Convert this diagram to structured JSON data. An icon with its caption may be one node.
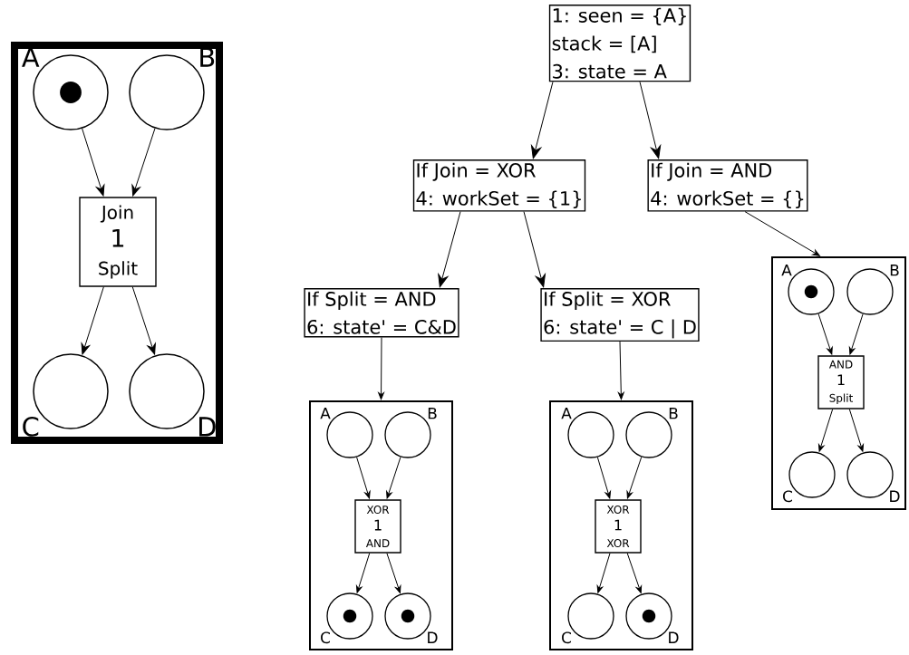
{
  "diagram": {
    "nodes": [
      {
        "text": [],
        "shape": "box"
      },
      {
        "text": [],
        "shape": "circle",
        "in": 0,
        "beside": [
          "A"
        ]
      },
      {
        "text": [],
        "shape": "dot",
        "in": 1
      },
      {
        "text": [],
        "shape": "circle",
        "in": 0,
        "beside": [
          "B"
        ]
      },
      {
        "text": [
          "Join",
          "1",
          "Split"
        ],
        "in": 0
      },
      {
        "text": [],
        "shape": "circle",
        "in": 0,
        "beside": [
          "C"
        ]
      },
      {
        "text": [],
        "shape": "circle",
        "in": 0,
        "beside": [
          "D"
        ]
      },
      {
        "text": [
          "1: seen = {A}",
          "stack = [A]",
          "3: state = A"
        ]
      },
      {
        "text": [
          "If Join = XOR",
          "4: workSet = {1}"
        ]
      },
      {
        "text": [
          "If Join = AND",
          "4: workSet = {}"
        ]
      },
      {
        "text": [
          "If Split = AND",
          "6: state' = C&D"
        ]
      },
      {
        "text": [
          "If Split = XOR",
          "6: state' = C | D"
        ]
      },
      {
        "text": [],
        "shape": "box"
      },
      {
        "text": [],
        "shape": "circle",
        "in": 12,
        "beside": [
          "A"
        ]
      },
      {
        "text": [],
        "shape": "circle",
        "in": 12,
        "beside": [
          "B"
        ]
      },
      {
        "text": [
          "XOR",
          "1",
          "AND"
        ],
        "in": 12
      },
      {
        "text": [],
        "shape": "circle",
        "in": 12,
        "beside": [
          "C"
        ]
      },
      {
        "text": [],
        "shape": "dot",
        "in": 16
      },
      {
        "text": [],
        "shape": "circle",
        "in": 12,
        "beside": [
          "D"
        ]
      },
      {
        "text": [],
        "shape": "dot",
        "in": 18
      },
      {
        "text": [],
        "shape": "box"
      },
      {
        "text": [],
        "shape": "circle",
        "in": 20,
        "beside": [
          "A"
        ]
      },
      {
        "text": [],
        "shape": "circle",
        "in": 20,
        "beside": [
          "B"
        ]
      },
      {
        "text": [
          "XOR",
          "1",
          "XOR"
        ],
        "in": 20
      },
      {
        "text": [],
        "shape": "circle",
        "in": 20,
        "beside": [
          "C"
        ]
      },
      {
        "text": [],
        "shape": "circle",
        "in": 20,
        "beside": [
          "D"
        ]
      },
      {
        "text": [],
        "shape": "dot",
        "in": 25
      },
      {
        "text": [],
        "shape": "box"
      },
      {
        "text": [],
        "shape": "circle",
        "in": 27,
        "beside": [
          "A"
        ]
      },
      {
        "text": [],
        "shape": "dot",
        "in": 28
      },
      {
        "text": [],
        "shape": "circle",
        "in": 27,
        "beside": [
          "B"
        ]
      },
      {
        "text": [
          "AND",
          "1",
          "Split"
        ],
        "in": 27
      },
      {
        "text": [],
        "shape": "circle",
        "in": 27,
        "beside": [
          "C"
        ]
      },
      {
        "text": [],
        "shape": "circle",
        "in": 27,
        "beside": [
          "D"
        ]
      }
    ],
    "edges": [
      {
        "from": 1,
        "to": 4,
        "arrow": "to"
      },
      {
        "from": 3,
        "to": 4,
        "arrow": "to"
      },
      {
        "from": 4,
        "to": 5,
        "arrow": "to"
      },
      {
        "from": 4,
        "to": 6,
        "arrow": "to"
      },
      {
        "from": 7,
        "to": 8,
        "arrow": "to"
      },
      {
        "from": 7,
        "to": 9,
        "arrow": "to"
      },
      {
        "from": 8,
        "to": 10,
        "arrow": "to"
      },
      {
        "from": 8,
        "to": 11,
        "arrow": "to"
      },
      {
        "from": 10,
        "to": 12,
        "arrow": "to"
      },
      {
        "from": 11,
        "to": 20,
        "arrow": "to"
      },
      {
        "from": 9,
        "to": 27,
        "arrow": "to"
      },
      {
        "from": 13,
        "to": 15,
        "arrow": "to"
      },
      {
        "from": 14,
        "to": 15,
        "arrow": "to"
      },
      {
        "from": 15,
        "to": 16,
        "arrow": "to"
      },
      {
        "from": 15,
        "to": 18,
        "arrow": "to"
      },
      {
        "from": 21,
        "to": 23,
        "arrow": "to"
      },
      {
        "from": 22,
        "to": 23,
        "arrow": "to"
      },
      {
        "from": 23,
        "to": 24,
        "arrow": "to"
      },
      {
        "from": 23,
        "to": 25,
        "arrow": "to"
      },
      {
        "from": 28,
        "to": 31,
        "arrow": "to"
      },
      {
        "from": 30,
        "to": 31,
        "arrow": "to"
      },
      {
        "from": 31,
        "to": 32,
        "arrow": "to"
      },
      {
        "from": 31,
        "to": 33,
        "arrow": "to"
      }
    ]
  }
}
